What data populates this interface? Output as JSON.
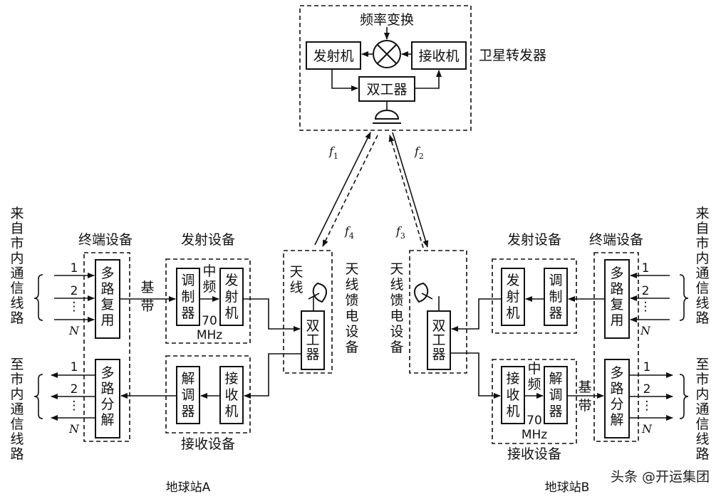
{
  "satellite": {
    "title": "卫星转发器",
    "freq_conv": "频率变换",
    "tx": "发射机",
    "rx": "接收机",
    "duplexer": "双工器"
  },
  "links": {
    "f1": "f",
    "f1_sub": "1",
    "f2": "f",
    "f2_sub": "2",
    "f3": "f",
    "f3_sub": "3",
    "f4": "f",
    "f4_sub": "4"
  },
  "station_a": {
    "name": "地球站A",
    "terminal_label": "终端设备",
    "tx_group_label": "发射设备",
    "rx_group_label": "接收设备",
    "in_lines": [
      "来",
      "自",
      "市",
      "内",
      "通",
      "信",
      "线",
      "路"
    ],
    "out_lines": [
      "至",
      "市",
      "内",
      "通",
      "信",
      "线",
      "路"
    ],
    "mux": [
      "多",
      "路",
      "复",
      "用"
    ],
    "demux": [
      "多",
      "路",
      "分",
      "解"
    ],
    "modulator": [
      "调",
      "制",
      "器"
    ],
    "demodulator": [
      "解",
      "调",
      "器"
    ],
    "transmitter": [
      "发",
      "射",
      "机"
    ],
    "receiver": [
      "接",
      "收",
      "机"
    ],
    "duplexer": [
      "双",
      "工",
      "器"
    ],
    "baseband": [
      "基",
      "带"
    ],
    "if_label": [
      "中",
      "频"
    ],
    "if_freq": "70",
    "if_unit": "MHz",
    "antenna": [
      "天",
      "线"
    ],
    "feed_label": [
      "天",
      "线",
      "馈",
      "电",
      "设",
      "备"
    ],
    "line1": "1",
    "line2": "2",
    "lineN": "N"
  },
  "station_b": {
    "name": "地球站B",
    "terminal_label": "终端设备",
    "tx_group_label": "发射设备",
    "rx_group_label": "接收设备",
    "in_lines": [
      "来",
      "自",
      "市",
      "内",
      "通",
      "信",
      "线",
      "路"
    ],
    "out_lines": [
      "至",
      "市",
      "内",
      "通",
      "信",
      "线",
      "路"
    ],
    "mux": [
      "多",
      "路",
      "复",
      "用"
    ],
    "demux": [
      "多",
      "路",
      "分",
      "解"
    ],
    "modulator": [
      "调",
      "制",
      "器"
    ],
    "demodulator": [
      "解",
      "调",
      "器"
    ],
    "transmitter": [
      "发",
      "射",
      "机"
    ],
    "receiver": [
      "接",
      "收",
      "机"
    ],
    "duplexer": [
      "双",
      "工",
      "器"
    ],
    "baseband": [
      "基",
      "带"
    ],
    "if_label": [
      "中",
      "频"
    ],
    "if_freq": "70",
    "if_unit": "MHz",
    "feed_label": [
      "天",
      "线",
      "馈",
      "电",
      "设",
      "备"
    ],
    "line1": "1",
    "line2": "2",
    "lineN": "N"
  },
  "watermark": "头条 @开运集团"
}
